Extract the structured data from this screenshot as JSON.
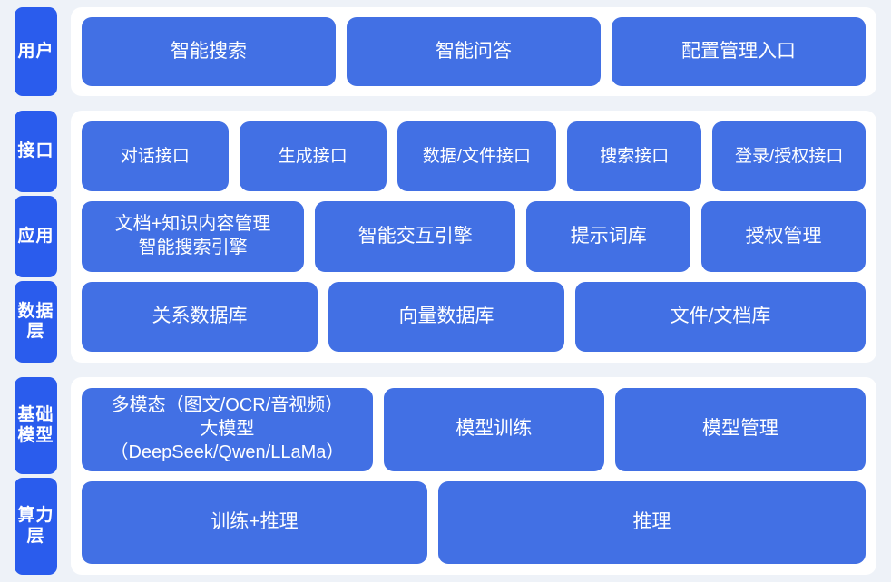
{
  "colors": {
    "page_background": "#eef2f8",
    "panel_background": "#ffffff",
    "layer_tab": "#2a5ced",
    "node": "#4270e4",
    "node_text": "#ffffff"
  },
  "sections": [
    {
      "id": "user",
      "layers": [
        {
          "label": "用户"
        }
      ],
      "rows": [
        {
          "nodes": [
            {
              "label": "智能搜索"
            },
            {
              "label": "智能问答"
            },
            {
              "label": "配置管理入口"
            }
          ]
        }
      ]
    },
    {
      "id": "core",
      "layers": [
        {
          "label": "接口"
        },
        {
          "label": "应用"
        },
        {
          "label": "数据层"
        }
      ],
      "rows": [
        {
          "nodes": [
            {
              "label": "对话接口"
            },
            {
              "label": "生成接口"
            },
            {
              "label": "数据/文件接口"
            },
            {
              "label": "搜索接口"
            },
            {
              "label": "登录/授权接口"
            }
          ]
        },
        {
          "nodes": [
            {
              "label": "文档+知识内容管理\n智能搜索引擎"
            },
            {
              "label": "智能交互引擎"
            },
            {
              "label": "提示词库"
            },
            {
              "label": "授权管理"
            }
          ]
        },
        {
          "nodes": [
            {
              "label": "关系数据库"
            },
            {
              "label": "向量数据库"
            },
            {
              "label": "文件/文档库"
            }
          ]
        }
      ]
    },
    {
      "id": "foundation",
      "layers": [
        {
          "label": "基础模型"
        },
        {
          "label": "算力层"
        }
      ],
      "rows": [
        {
          "nodes": [
            {
              "label": "多模态（图文/OCR/音视频）\n大模型（DeepSeek/Qwen/LLaMa）"
            },
            {
              "label": "模型训练"
            },
            {
              "label": "模型管理"
            }
          ]
        },
        {
          "nodes": [
            {
              "label": "训练+推理"
            },
            {
              "label": "推理"
            }
          ]
        }
      ]
    }
  ]
}
